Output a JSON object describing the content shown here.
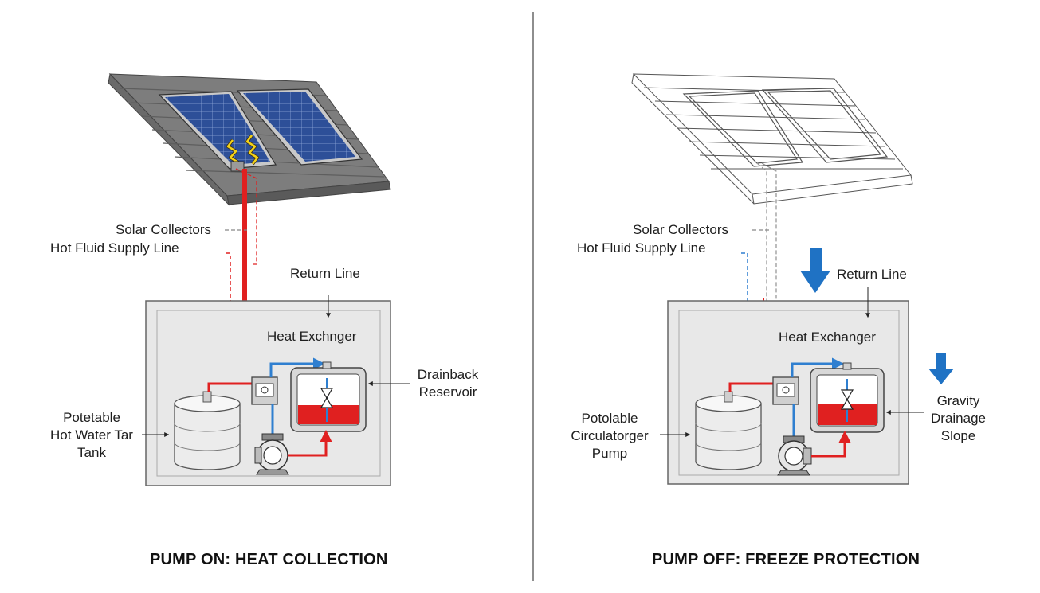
{
  "panels": {
    "left": {
      "caption": "PUMP ON: HEAT COLLECTION",
      "labels": {
        "solar_collectors": "Solar Collectors",
        "hot_fluid_supply_line": "Hot Fluid Supply Line",
        "return_line": "Return Line",
        "heat_exchanger": "Heat Exchnger",
        "drainback_line1": "Drainback",
        "drainback_line2": "Reservoir",
        "tank_line1": "Potetable",
        "tank_line2": "Hot Water Tar",
        "tank_line3": "Tank"
      }
    },
    "right": {
      "caption": "PUMP OFF: FREEZE PROTECTION",
      "labels": {
        "solar_collectors": "Solar Collectors",
        "hot_fluid_supply_line": "Hot Fluid Supply Line",
        "return_line": "Return Line",
        "heat_exchanger": "Heat Exchanger",
        "gravity_line1": "Gravity",
        "gravity_line2": "Drainage",
        "gravity_line3": "Slope",
        "pump_line1": "Potolable",
        "pump_line2": "Circulatorger",
        "pump_line3": "Pump"
      }
    }
  },
  "colors": {
    "hot": "#e02020",
    "cold": "#2f7fd0",
    "arrow_blue": "#1f72c4",
    "heat_zigzag": "#f2d21c",
    "panel_cell": "#2d4f98",
    "box_fill": "#e8e8e8",
    "divider": "#444444"
  }
}
